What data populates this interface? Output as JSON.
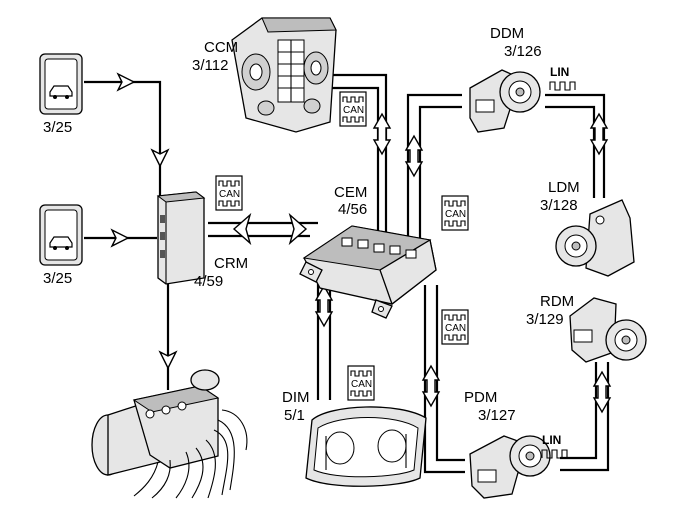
{
  "components": {
    "ccm": {
      "name": "CCM",
      "code": "3/112"
    },
    "cem": {
      "name": "CEM",
      "code": "4/56"
    },
    "crm": {
      "name": "CRM",
      "code": "4/59"
    },
    "dim": {
      "name": "DIM",
      "code": "5/1"
    },
    "ddm": {
      "name": "DDM",
      "code": "3/126"
    },
    "ldm": {
      "name": "LDM",
      "code": "3/128"
    },
    "rdm": {
      "name": "RDM",
      "code": "3/129"
    },
    "pdm": {
      "name": "PDM",
      "code": "3/127"
    },
    "switch_upper": {
      "code": "3/25"
    },
    "switch_lower": {
      "code": "3/25"
    }
  },
  "bus": {
    "can_label": "CAN",
    "lin_label": "LIN"
  },
  "icons": [
    "can-bus-icon",
    "lin-bus-icon",
    "car-lock-icon",
    "car-unlock-icon",
    "window-motor-icon",
    "control-module-icon",
    "instrument-cluster-icon",
    "climate-panel-icon",
    "hydraulic-unit-icon"
  ]
}
